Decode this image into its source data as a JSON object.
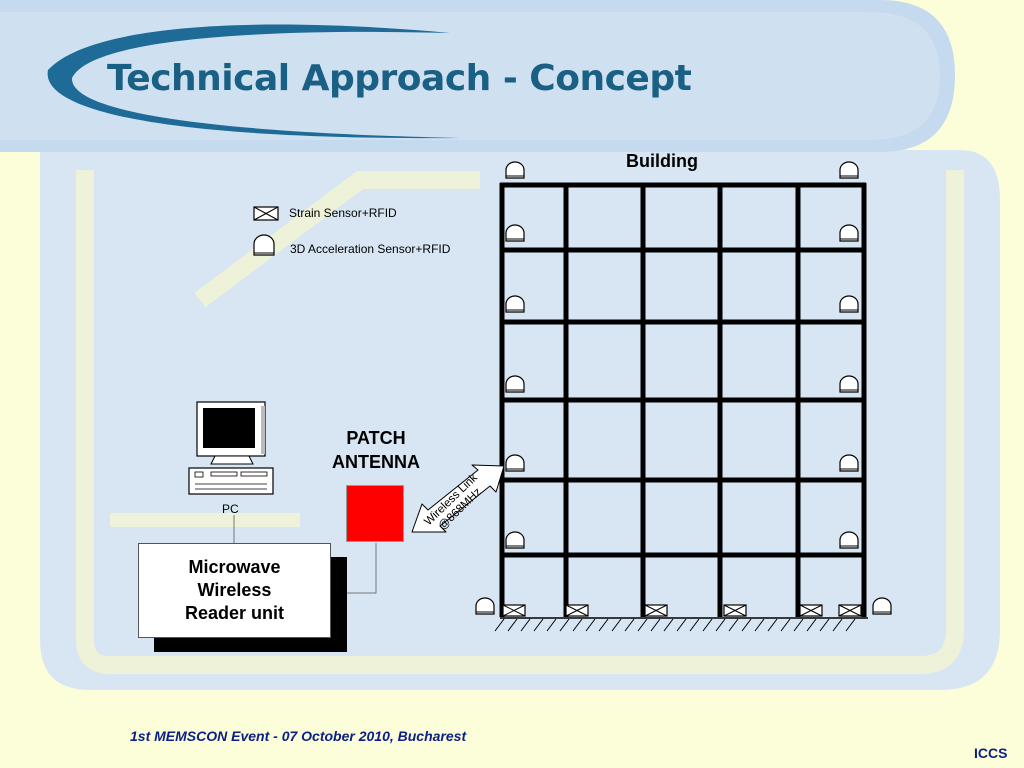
{
  "title": "Technical Approach - Concept",
  "building": {
    "label": "Building",
    "floors": 6,
    "bays": 5
  },
  "legend": [
    {
      "icon": "strain-sensor-icon",
      "label": "Strain Sensor+RFID"
    },
    {
      "icon": "acceleration-sensor-icon",
      "label": "3D Acceleration Sensor+RFID"
    }
  ],
  "antenna": {
    "label_line1": "PATCH",
    "label_line2": "ANTENNA",
    "color": "#ff0000"
  },
  "pc": {
    "label": "PC"
  },
  "reader": {
    "line1": "Microwave",
    "line2": "Wireless",
    "line3": "Reader unit"
  },
  "wireless_link": {
    "line1": "Wireless Link",
    "line2": "@868MHz"
  },
  "footer": {
    "event": "1st  MEMSCON Event - 07 October 2010, Bucharest",
    "org": "ICCS"
  },
  "colors": {
    "background": "#fbfed9",
    "title": "#1a5f84",
    "footer": "#0b1f86",
    "header_band": "#c5daee",
    "house_panel": "#d8e6f3"
  }
}
